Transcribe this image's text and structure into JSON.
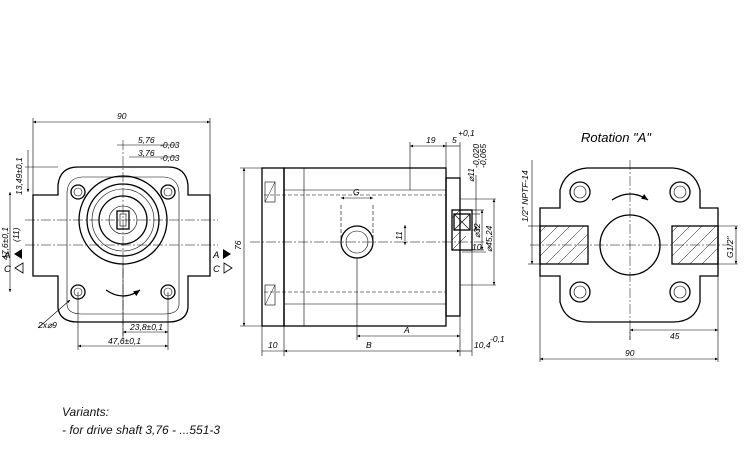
{
  "front_view": {
    "dims": {
      "width_90": "90",
      "shaft_5_76": "5,76",
      "tol_5_76": "-0,03",
      "shaft_3_76": "3,76",
      "tol_3_76": "-0,03",
      "height_13_49": "13,49±0,1",
      "height_47_6_vertical": "47,6±0,1",
      "offset_11": "(11)",
      "holes": "2x⌀9",
      "dist_23_8": "23,8±0,1",
      "dist_47_6": "47,6±0,1"
    },
    "section_marks": [
      "A",
      "C",
      "A",
      "C"
    ]
  },
  "side_view": {
    "dims": {
      "d19": "19",
      "d5": "5",
      "tol_5": "+0,1",
      "d76": "76",
      "G": "G",
      "d11": "11",
      "dia11": "⌀11",
      "tol_dia11_top": "-0,020",
      "tol_dia11_bottom": "-0,065",
      "dia32": "⌀32",
      "dia45": "⌀45,24",
      "d10_key": "10",
      "A": "A",
      "B": "B",
      "d10_left": "10",
      "d10_4": "10,4",
      "tol_10_4": "-0,1"
    }
  },
  "rear_view": {
    "title": "Rotation \"A\"",
    "dims": {
      "thread_npt": "1/2\" NPTF-14",
      "thread_g": "G1/2\"",
      "d45": "45",
      "d90": "90"
    }
  },
  "notes": {
    "line1": "Variants:",
    "line2": "- for drive shaft 3,76 - ...551-3"
  }
}
